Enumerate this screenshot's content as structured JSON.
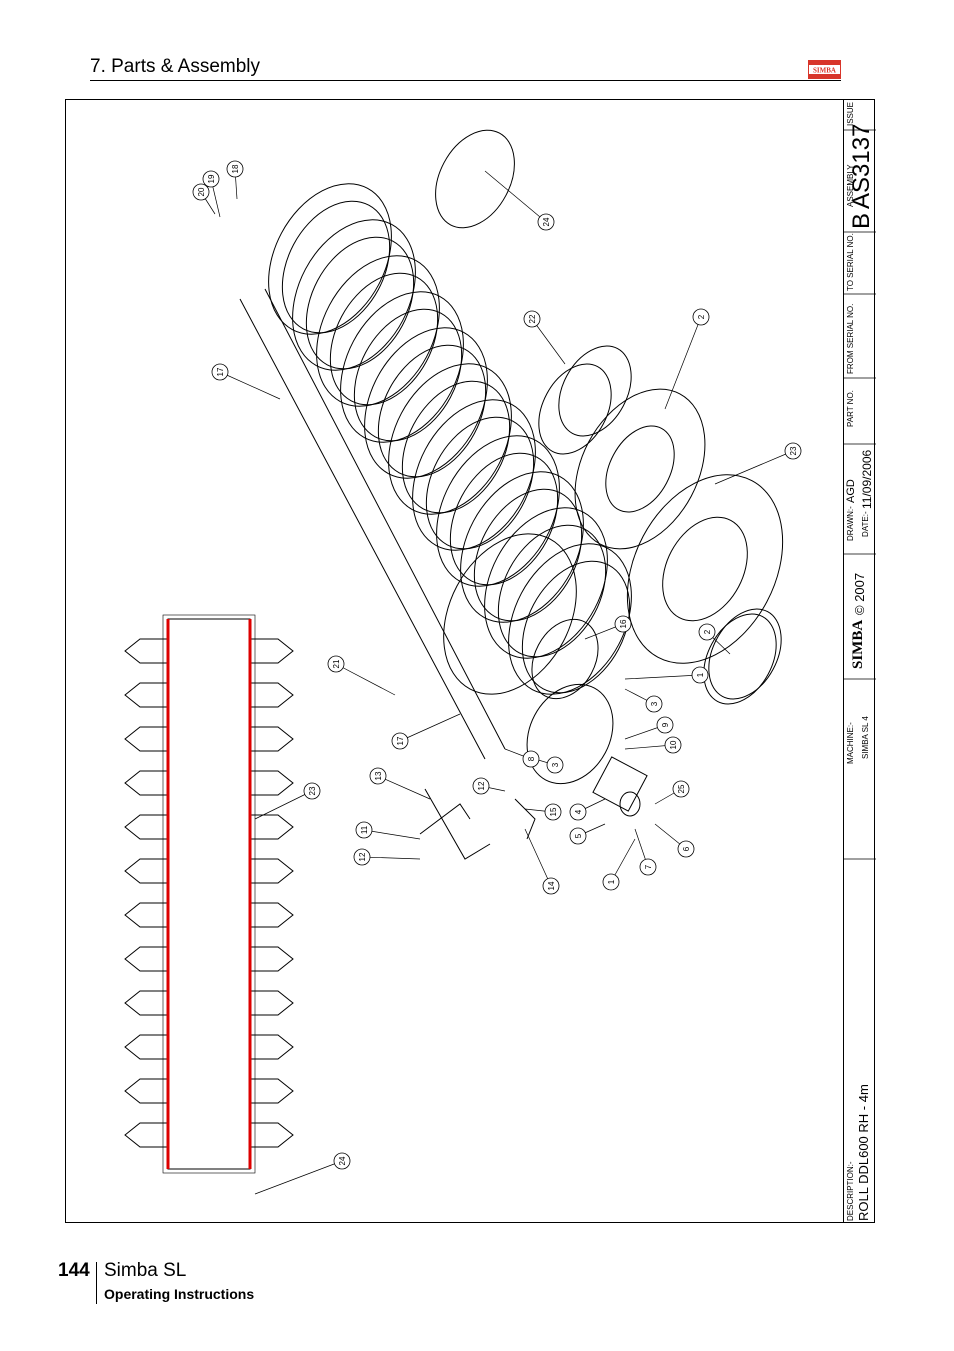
{
  "header": {
    "section_title": "7. Parts & Assembly",
    "logo_text": "SIMBA"
  },
  "title_block": {
    "issue_label": "ISSUE",
    "issue_value": "B",
    "assembly_label": "ASSEMBLY",
    "assembly_value": "AS3137",
    "to_serial_label": "TO SERIAL NO.",
    "from_serial_label": "FROM SERIAL NO.",
    "part_no_label": "PART NO.",
    "drawn_label": "DRAWN:-",
    "drawn_value": "AGD",
    "date_label": "DATE:-",
    "date_value": "11/09/2006",
    "copyright": "© 2007",
    "brand": "SIMBA",
    "machine_label": "MACHINE:-",
    "machine_value": "SIMBA SL 4",
    "description_label": "DESCRIPTION:-",
    "description_value": "ROLL DDL600 RH - 4m"
  },
  "callouts": [
    "1",
    "2",
    "3",
    "4",
    "5",
    "6",
    "7",
    "8",
    "9",
    "10",
    "11",
    "12",
    "13",
    "14",
    "15",
    "16",
    "17",
    "18",
    "19",
    "20",
    "21",
    "22",
    "23",
    "24",
    "25"
  ],
  "footer": {
    "page_number": "144",
    "product": "Simba SL",
    "subtitle": "Operating Instructions"
  }
}
